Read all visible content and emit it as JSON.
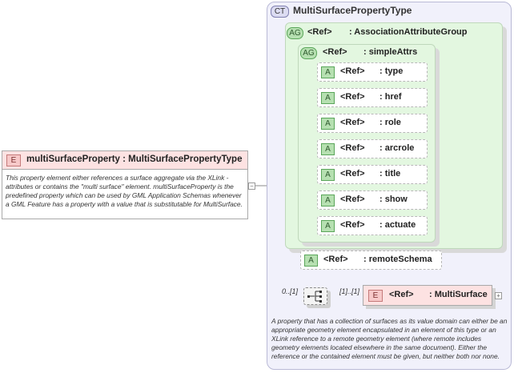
{
  "complex_type": {
    "badge": "CT",
    "title": "MultiSurfacePropertyType",
    "documentation": "A property that has a collection of surfaces as its value domain can either be an appropriate geometry element encapsulated in an element of this type or an XLink reference to a remote geometry element (where remote includes geometry elements located elsewhere in the same document). Either the reference or the contained element must be given, but neither both nor none."
  },
  "outer_group": {
    "badge": "AG",
    "ref": "<Ref>",
    "name": ": AssociationAttributeGroup"
  },
  "inner_group": {
    "badge": "AG",
    "ref": "<Ref>",
    "name": ": simpleAttrs"
  },
  "attributes": [
    {
      "badge": "A",
      "ref": "<Ref>",
      "name": ": type"
    },
    {
      "badge": "A",
      "ref": "<Ref>",
      "name": ": href"
    },
    {
      "badge": "A",
      "ref": "<Ref>",
      "name": ": role"
    },
    {
      "badge": "A",
      "ref": "<Ref>",
      "name": ": arcrole"
    },
    {
      "badge": "A",
      "ref": "<Ref>",
      "name": ": title"
    },
    {
      "badge": "A",
      "ref": "<Ref>",
      "name": ": show"
    },
    {
      "badge": "A",
      "ref": "<Ref>",
      "name": ": actuate"
    }
  ],
  "remote_schema": {
    "badge": "A",
    "ref": "<Ref>",
    "name": ": remoteSchema"
  },
  "main_element": {
    "badge": "E",
    "title": "multiSurfaceProperty  : MultiSurfacePropertyType",
    "documentation": "This property element either references a surface aggregate via the XLink -attributes or contains the \"multi surface\" element. multiSurfaceProperty is the predefined property which can be used by GML Application Schemas whenever a GML Feature has a property with a value that is substitutable for MultiSurface."
  },
  "sequence": {
    "occurrence": "0..[1]"
  },
  "ref_element": {
    "badge": "E",
    "ref": "<Ref>",
    "name": ": MultiSurface",
    "occurrence": "[1]..[1]"
  },
  "colors": {
    "element_fill": "#fde2e2",
    "attribute_fill": "#e3f7e0",
    "complex_type_fill": "#f1f1fb"
  }
}
